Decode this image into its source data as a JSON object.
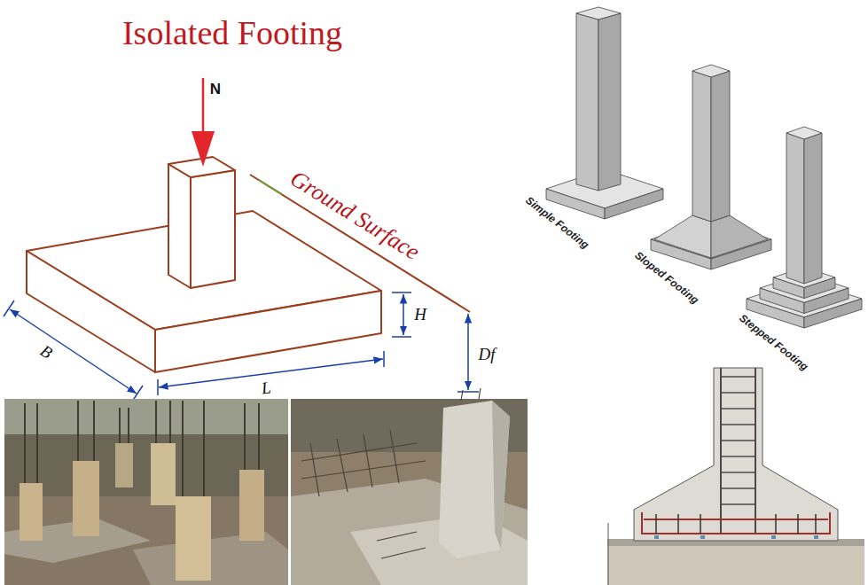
{
  "diagram": {
    "title": "Isolated Footing",
    "labels": [
      "N",
      "Ground Surface",
      "H",
      "Df",
      "B",
      "L",
      "Simple Footing",
      "Sloped Footing",
      "Stepped Footing"
    ]
  }
}
